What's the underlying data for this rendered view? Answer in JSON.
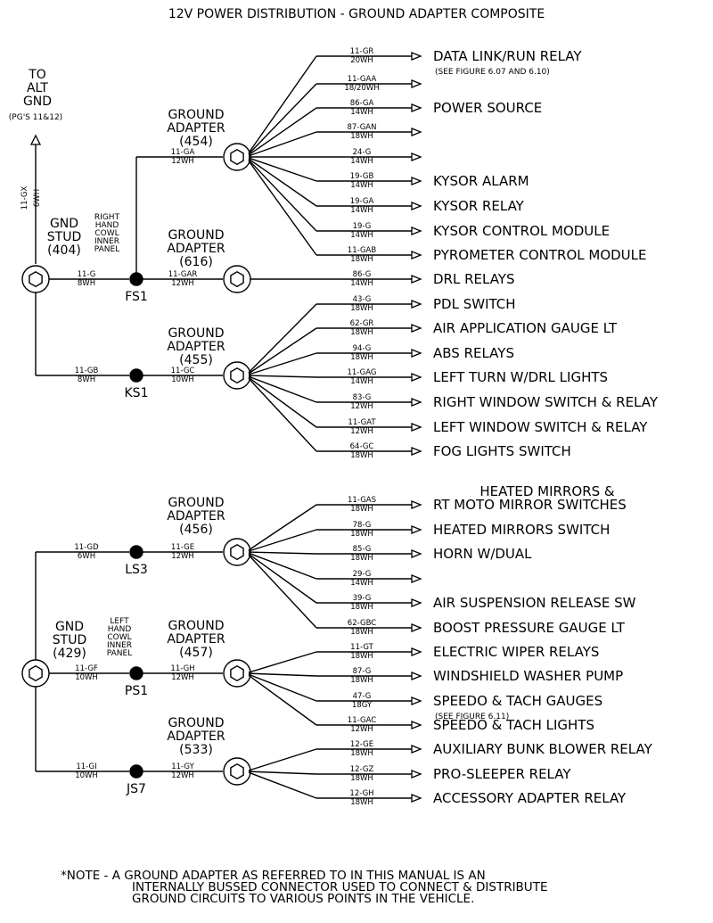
{
  "title": "12V POWER DISTRIBUTION - GROUND ADAPTER COMPOSITE",
  "alt_gnd": {
    "lines": [
      "TO",
      "ALT",
      "GND",
      "(PG'S 11&12)"
    ],
    "wire": [
      "11-GX",
      "6WH"
    ]
  },
  "studs": [
    {
      "id": "404",
      "lines": [
        "GND",
        "STUD",
        "(404)"
      ],
      "location": [
        "RIGHT",
        "HAND",
        "COWL",
        "INNER",
        "PANEL"
      ]
    },
    {
      "id": "429",
      "lines": [
        "GND",
        "STUD",
        "(429)"
      ],
      "location": [
        "LEFT",
        "HAND",
        "COWL",
        "INNER",
        "PANEL"
      ]
    }
  ],
  "splices": [
    {
      "name": "FS1",
      "in_wire": [
        "11-G",
        "8WH"
      ]
    },
    {
      "name": "KS1",
      "in_wire": [
        "11-GB",
        "8WH"
      ]
    },
    {
      "name": "LS3",
      "in_wire": [
        "11-GD",
        "6WH"
      ]
    },
    {
      "name": "PS1",
      "in_wire": [
        "11-GF",
        "10WH"
      ]
    },
    {
      "name": "JS7",
      "in_wire": [
        "11-GI",
        "10WH"
      ]
    }
  ],
  "adapters": [
    {
      "id": "454",
      "title": [
        "GROUND",
        "ADAPTER",
        "(454)"
      ],
      "in_wire": [
        "11-GA",
        "12WH"
      ],
      "outputs": [
        {
          "wire": [
            "11-GR",
            "20WH"
          ],
          "label": "DATA LINK/RUN RELAY",
          "sub": "(SEE FIGURE 6.07 AND 6.10)"
        },
        {
          "wire": [
            "11-GAA",
            "18/20WH"
          ],
          "label": ""
        },
        {
          "wire": [
            "86-GA",
            "14WH"
          ],
          "label": "POWER SOURCE"
        },
        {
          "wire": [
            "87-GAN",
            "18WH"
          ],
          "label": ""
        },
        {
          "wire": [
            "24-G",
            "14WH"
          ],
          "label": ""
        },
        {
          "wire": [
            "19-GB",
            "14WH"
          ],
          "label": "KYSOR ALARM"
        },
        {
          "wire": [
            "19-GA",
            "14WH"
          ],
          "label": "KYSOR RELAY"
        },
        {
          "wire": [
            "19-G",
            "14WH"
          ],
          "label": "KYSOR CONTROL MODULE"
        },
        {
          "wire": [
            "11-GAB",
            "18WH"
          ],
          "label": "PYROMETER CONTROL MODULE"
        }
      ]
    },
    {
      "id": "616",
      "title": [
        "GROUND",
        "ADAPTER",
        "(616)"
      ],
      "in_wire": [
        "11-GAR",
        "12WH"
      ],
      "outputs": [
        {
          "wire": [
            "86-G",
            "14WH"
          ],
          "label": "DRL RELAYS"
        }
      ]
    },
    {
      "id": "455",
      "title": [
        "GROUND",
        "ADAPTER",
        "(455)"
      ],
      "in_wire": [
        "11-GC",
        "10WH"
      ],
      "outputs": [
        {
          "wire": [
            "43-G",
            "18WH"
          ],
          "label": "PDL SWITCH"
        },
        {
          "wire": [
            "62-GR",
            "18WH"
          ],
          "label": "AIR APPLICATION GAUGE LT"
        },
        {
          "wire": [
            "94-G",
            "18WH"
          ],
          "label": "ABS RELAYS"
        },
        {
          "wire": [
            "11-GAG",
            "14WH"
          ],
          "label": "LEFT TURN W/DRL LIGHTS"
        },
        {
          "wire": [
            "83-G",
            "12WH"
          ],
          "label": "RIGHT WINDOW SWITCH & RELAY"
        },
        {
          "wire": [
            "11-GAT",
            "12WH"
          ],
          "label": "LEFT WINDOW SWITCH & RELAY"
        },
        {
          "wire": [
            "64-GC",
            "18WH"
          ],
          "label": "FOG LIGHTS SWITCH"
        }
      ]
    },
    {
      "id": "456",
      "title": [
        "GROUND",
        "ADAPTER",
        "(456)"
      ],
      "in_wire": [
        "11-GE",
        "12WH"
      ],
      "outputs": [
        {
          "wire": [
            "11-GAS",
            "18WH"
          ],
          "label": "RT MOTO MIRROR SWITCHES",
          "above": "HEATED MIRRORS &"
        },
        {
          "wire": [
            "78-G",
            "18WH"
          ],
          "label": "HEATED MIRRORS SWITCH"
        },
        {
          "wire": [
            "85-G",
            "18WH"
          ],
          "label": "HORN W/DUAL"
        },
        {
          "wire": [
            "29-G",
            "14WH"
          ],
          "label": ""
        },
        {
          "wire": [
            "39-G",
            "18WH"
          ],
          "label": "AIR SUSPENSION RELEASE SW"
        },
        {
          "wire": [
            "62-GBC",
            "18WH"
          ],
          "label": "BOOST PRESSURE GAUGE LT"
        }
      ]
    },
    {
      "id": "457",
      "title": [
        "GROUND",
        "ADAPTER",
        "(457)"
      ],
      "in_wire": [
        "11-GH",
        "12WH"
      ],
      "outputs": [
        {
          "wire": [
            "11-GT",
            "18WH"
          ],
          "label": "ELECTRIC WIPER RELAYS"
        },
        {
          "wire": [
            "87-G",
            "18WH"
          ],
          "label": "WINDSHIELD WASHER PUMP"
        },
        {
          "wire": [
            "47-G",
            "18GY"
          ],
          "label": "SPEEDO & TACH GAUGES",
          "sub": "(SEE FIGURE 6.11)"
        },
        {
          "wire": [
            "11-GAC",
            "12WH"
          ],
          "label": "SPEEDO & TACH LIGHTS"
        }
      ]
    },
    {
      "id": "533",
      "title": [
        "GROUND",
        "ADAPTER",
        "(533)"
      ],
      "in_wire": [
        "11-GY",
        "12WH"
      ],
      "outputs": [
        {
          "wire": [
            "12-GE",
            "18WH"
          ],
          "label": "AUXILIARY BUNK BLOWER RELAY"
        },
        {
          "wire": [
            "12-GZ",
            "18WH"
          ],
          "label": "PRO-SLEEPER RELAY"
        },
        {
          "wire": [
            "12-GH",
            "18WH"
          ],
          "label": "ACCESSORY ADAPTER RELAY"
        }
      ]
    }
  ],
  "note": [
    "*NOTE - A GROUND ADAPTER AS REFERRED TO IN THIS MANUAL IS AN",
    "INTERNALLY BUSSED CONNECTOR USED TO CONNECT & DISTRIBUTE",
    "GROUND CIRCUITS TO VARIOUS POINTS IN THE VEHICLE."
  ]
}
